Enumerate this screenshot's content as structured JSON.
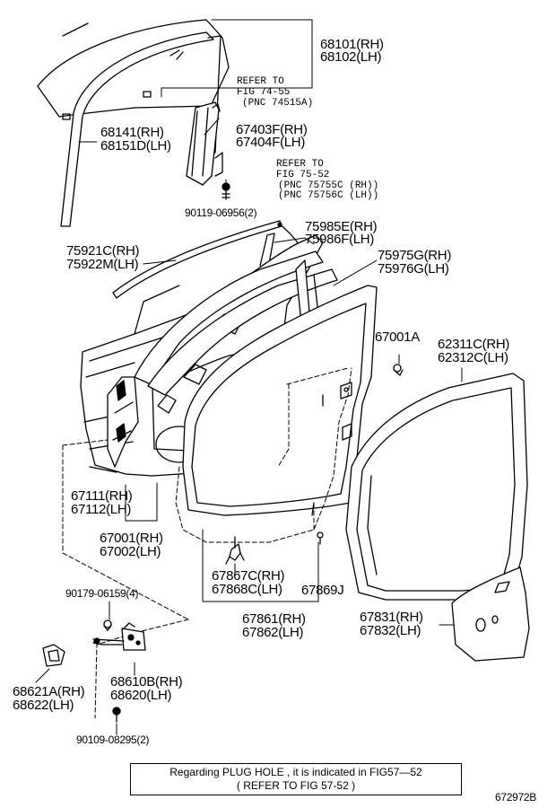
{
  "labels": {
    "p68101": "68101(RH)",
    "p68102": "68102(LH)",
    "ref1a": "REFER TO",
    "ref1b": "FIG 74-55",
    "ref1c": "(PNC 74515A)",
    "p68141": "68141(RH)",
    "p68151": "68151D(LH)",
    "p67403": "67403F(RH)",
    "p67404": "67404F(LH)",
    "ref2a": "REFER TO",
    "ref2b": "FIG 75-52",
    "ref2c": "(PNC 75755C (RH))",
    "ref2d": "(PNC 75756C (LH))",
    "p90119": "90119-06956(2)",
    "p75985": "75985E(RH)",
    "p75986": "75986F(LH)",
    "p75921": "75921C(RH)",
    "p75922": "75922M(LH)",
    "p75975": "75975G(RH)",
    "p75976": "75976G(LH)",
    "p67001a": "67001A",
    "p62311": "62311C(RH)",
    "p62312": "62312C(LH)",
    "p67111": "67111(RH)",
    "p67112": "67112(LH)",
    "p67001": "67001(RH)",
    "p67002": "67002(LH)",
    "p67867": "67867C(RH)",
    "p67868": "67868C(LH)",
    "p67869": "67869J",
    "p90179": "90179-06159(4)",
    "p67861": "67861(RH)",
    "p67862": "67862(LH)",
    "p67831": "67831(RH)",
    "p67832": "67832(LH)",
    "p68610": "68610B(RH)",
    "p68620": "68620(LH)",
    "p68621": "68621A(RH)",
    "p68622": "68622(LH)",
    "p90109": "90109-08295(2)",
    "drawing_id": "672972B"
  },
  "note": {
    "line1": "Regarding PLUG HOLE , it is indicated in FIG57—52",
    "line2": "( REFER TO FIG 57-52 )"
  }
}
